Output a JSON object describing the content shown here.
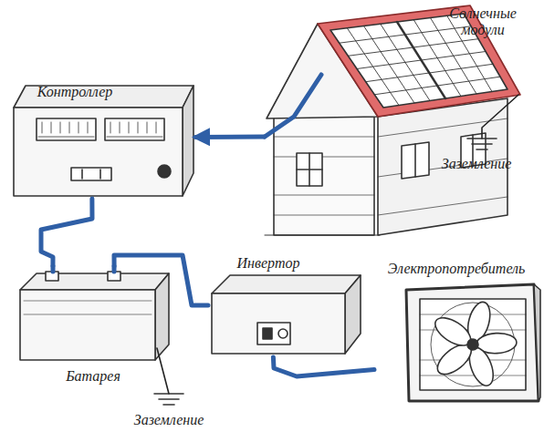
{
  "diagram": {
    "nodes": [
      {
        "text": [
          "Солнечные модули"
        ]
      },
      {
        "text": [
          "Контроллер"
        ]
      },
      {
        "text": [
          "Инвертор"
        ]
      },
      {
        "text": [
          "Электропотребитель"
        ]
      },
      {
        "text": [
          "Батарея"
        ]
      }
    ],
    "edges": [
      {
        "from": 0,
        "to": 1,
        "arrow": "to"
      },
      {
        "from": 1,
        "to": 4,
        "arrow": "none"
      },
      {
        "from": 4,
        "to": 2,
        "arrow": "none"
      },
      {
        "from": 2,
        "to": 3,
        "arrow": "none"
      }
    ],
    "labels": [
      "Заземление",
      "Заземление"
    ]
  }
}
